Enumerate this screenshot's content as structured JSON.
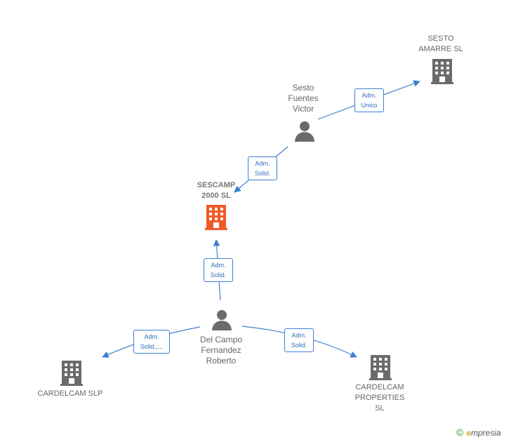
{
  "nodes": {
    "sescamp": {
      "label": "SESCAMP\n2000  SL",
      "type": "company-highlight"
    },
    "sesto_amarre": {
      "label": "SESTO\nAMARRE SL",
      "type": "company"
    },
    "sesto_fuentes": {
      "label": "Sesto\nFuentes\nVictor",
      "type": "person"
    },
    "del_campo": {
      "label": "Del Campo\nFernandez\nRoberto",
      "type": "person"
    },
    "cardelcam_slp": {
      "label": "CARDELCAM  SLP",
      "type": "company"
    },
    "cardelcam_properties": {
      "label": "CARDELCAM\nPROPERTIES\nSL",
      "type": "company"
    }
  },
  "edges": [
    {
      "from": "sesto_fuentes",
      "to": "sesto_amarre",
      "label": "Adm.\nUnico"
    },
    {
      "from": "sesto_fuentes",
      "to": "sescamp",
      "label": "Adm.\nSolid."
    },
    {
      "from": "del_campo",
      "to": "sescamp",
      "label": "Adm.\nSolid."
    },
    {
      "from": "del_campo",
      "to": "cardelcam_slp",
      "label": "Adm.\nSolid.,..."
    },
    {
      "from": "del_campo",
      "to": "cardelcam_properties",
      "label": "Adm.\nSolid."
    }
  ],
  "colors": {
    "edge": "#3d7fd0",
    "company_icon": "#6b6b6b",
    "company_highlight_icon": "#f05a28",
    "person_icon": "#6b6b6b"
  },
  "brand": {
    "copyright": "©",
    "initial": "e",
    "rest": "mpresia"
  }
}
